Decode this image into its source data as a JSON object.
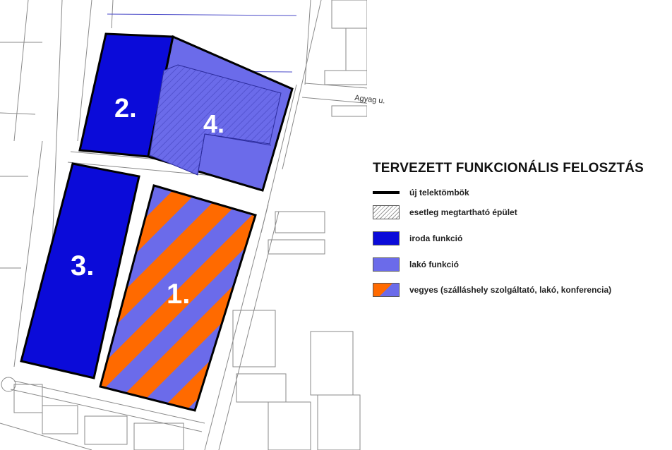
{
  "colors": {
    "iroda": "#0b0bd9",
    "lako": "#6b6bea",
    "vegyes_orange": "#ff6a00",
    "vegyes_blue": "#6b6bea"
  },
  "plots": [
    {
      "label": "1.",
      "function": "vegyes"
    },
    {
      "label": "2.",
      "function": "iroda"
    },
    {
      "label": "3.",
      "function": "iroda"
    },
    {
      "label": "4.",
      "function": "lako"
    }
  ],
  "streets": {
    "agyag": "Agyag u."
  },
  "legend": {
    "title": "TERVEZETT FUNKCIONÁLIS FELOSZTÁS",
    "items": [
      {
        "label": "új telektömbök",
        "swatch": "line"
      },
      {
        "label": "esetleg megtartható épület",
        "swatch": "hatch"
      },
      {
        "label": "iroda funkció",
        "swatch": "iroda"
      },
      {
        "label": "lakó funkció",
        "swatch": "lako"
      },
      {
        "label": "vegyes (szálláshely szolgáltató, lakó, konferencia)",
        "swatch": "vegyes"
      }
    ]
  }
}
